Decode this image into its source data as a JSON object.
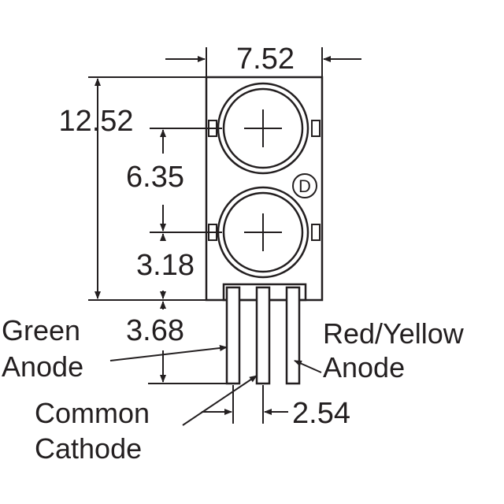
{
  "dimensions": {
    "width": "7.52",
    "height": "12.52",
    "led_pitch": "6.35",
    "led_to_base": "3.18",
    "pin_length": "3.68",
    "pin_pitch": "2.54"
  },
  "pins": {
    "green_anode_line1": "Green",
    "green_anode_line2": "Anode",
    "common_cathode_line1": "Common",
    "common_cathode_line2": "Cathode",
    "red_yellow_anode_line1": "Red/Yellow",
    "red_yellow_anode_line2": "Anode"
  },
  "polarity_mark": "D"
}
